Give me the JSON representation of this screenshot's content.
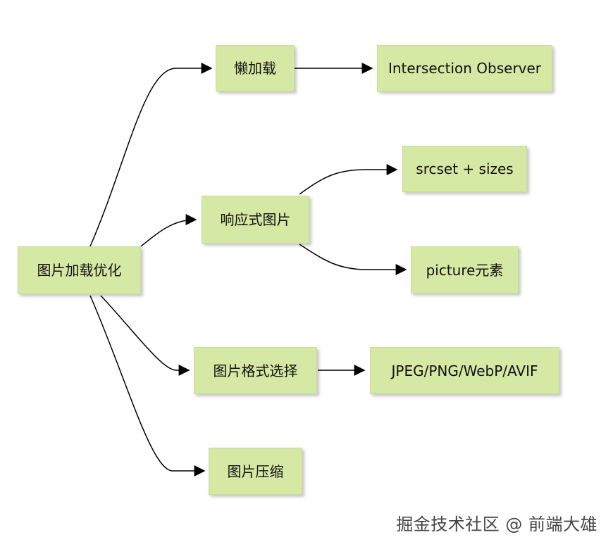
{
  "nodes": {
    "root": "图片加载优化",
    "lazy": "懒加载",
    "intersection": "Intersection Observer",
    "responsive": "响应式图片",
    "srcset": "srcset + sizes",
    "picture": "picture元素",
    "format": "图片格式选择",
    "formats": "JPEG/PNG/WebP/AVIF",
    "compress": "图片压缩"
  },
  "watermark": "掘金技术社区 @ 前端大雄",
  "colors": {
    "node_fill": "#d5e8a4",
    "edge": "#000000"
  }
}
